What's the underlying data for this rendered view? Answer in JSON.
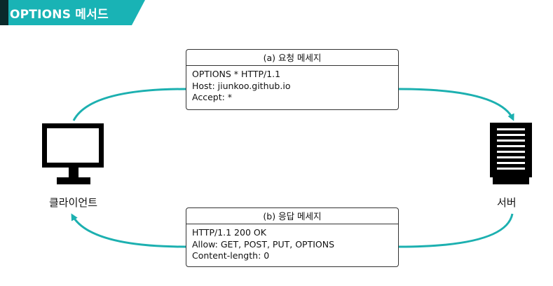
{
  "header": {
    "title": "OPTIONS 메서드"
  },
  "nodes": {
    "client": {
      "label": "클라이언트",
      "icon": "monitor-icon"
    },
    "server": {
      "label": "서버",
      "icon": "server-icon"
    }
  },
  "request": {
    "title": "(a) 요청 메세지",
    "lines": [
      "OPTIONS * HTTP/1.1",
      "Host: jiunkoo.github.io",
      "Accept: *"
    ]
  },
  "response": {
    "title": "(b) 응답 메세지",
    "lines": [
      "HTTP/1.1 200 OK",
      "Allow: GET, POST, PUT, OPTIONS",
      "Content-length: 0"
    ]
  },
  "colors": {
    "banner": "#19b3b5",
    "banner_dark": "#0a2a2b",
    "arrow": "#1cb0b0",
    "box_border": "#333333"
  }
}
